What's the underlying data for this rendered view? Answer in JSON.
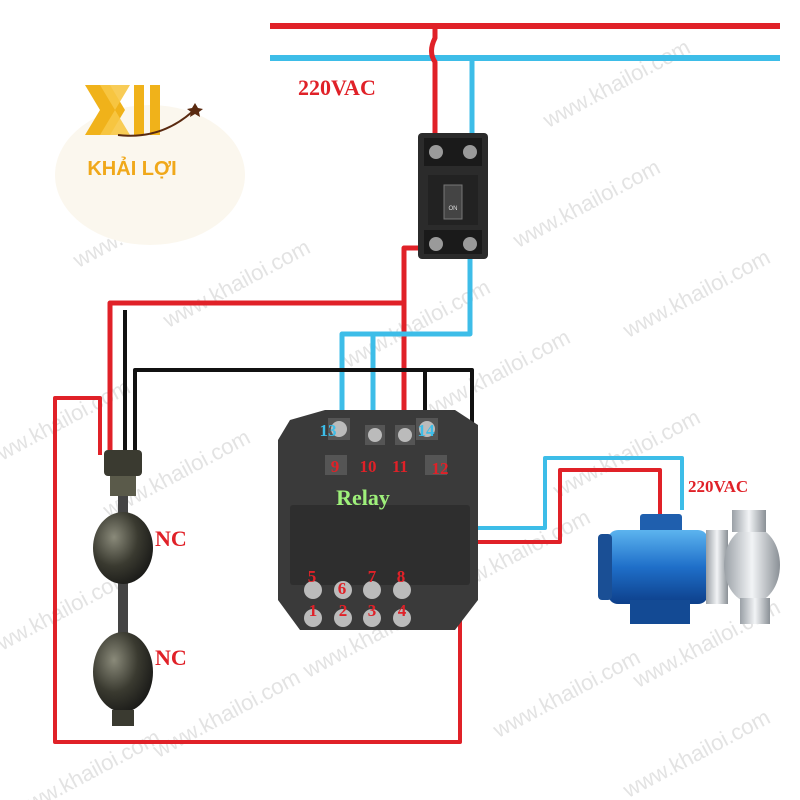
{
  "supply_label": "220VAC",
  "pump_supply_label": "220VAC",
  "logo": {
    "brand": "KHẢI LỢI"
  },
  "breaker": {
    "switch_text": "ON"
  },
  "relay": {
    "title": "Relay",
    "top_terminals": [
      "13",
      "9",
      "10",
      "11",
      "14",
      "12"
    ],
    "bottom_terminals_upper": [
      "5",
      "6",
      "7",
      "8"
    ],
    "bottom_terminals_lower": [
      "1",
      "2",
      "3",
      "4"
    ]
  },
  "float_switch": {
    "upper_label": "NC",
    "lower_label": "NC"
  },
  "watermark": "www.khailoi.com",
  "colors": {
    "live": "#e02128",
    "neutral": "#3dbde8",
    "control": "#111111",
    "relay_label": "#e02128",
    "relay_blue": "#3dbde8",
    "relay_title": "#9ef07a"
  }
}
